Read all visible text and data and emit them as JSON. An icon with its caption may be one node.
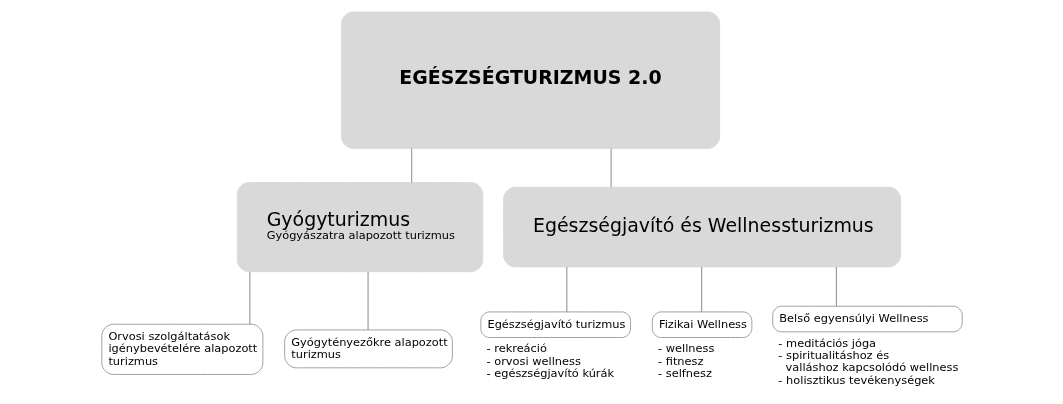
{
  "diagram": {
    "nodes": [
      {
        "text": [
          "EGÉSZSÉGTURIZMUS 2.0"
        ]
      },
      {
        "text": [
          "Gyógyturizmus",
          "Gyógyászatra alapozott turizmus"
        ]
      },
      {
        "text": [
          "Egészségjavító és Wellnessturizmus"
        ]
      },
      {
        "text": [
          "Orvosi szolgáltatások igénybevételére alapozott turizmus"
        ]
      },
      {
        "text": [
          "Gyógytényezőkre alapozott turizmus"
        ]
      },
      {
        "text": [
          "Egészségjavító turizmus"
        ],
        "beside": [
          "- rekreáció",
          "- orvosi wellness",
          "- egészségjavító kúrák"
        ]
      },
      {
        "text": [
          "Fizikai Wellness"
        ],
        "beside": [
          "- wellness",
          "- fitnesz",
          "- selfnesz"
        ]
      },
      {
        "text": [
          "Belső egyensúlyi Wellness"
        ],
        "beside": [
          "- meditációs jóga",
          "- spiritualitáshoz és valláshoz kapcsolódó wellness",
          "- holisztikus tevékenységek"
        ]
      }
    ],
    "edges": [
      {
        "from": 0,
        "to": 1,
        "arrow": "none"
      },
      {
        "from": 0,
        "to": 2,
        "arrow": "none"
      },
      {
        "from": 1,
        "to": 3,
        "arrow": "none"
      },
      {
        "from": 1,
        "to": 4,
        "arrow": "none"
      },
      {
        "from": 2,
        "to": 5,
        "arrow": "none"
      },
      {
        "from": 2,
        "to": 6,
        "arrow": "none"
      },
      {
        "from": 2,
        "to": 7,
        "arrow": "none"
      }
    ]
  }
}
